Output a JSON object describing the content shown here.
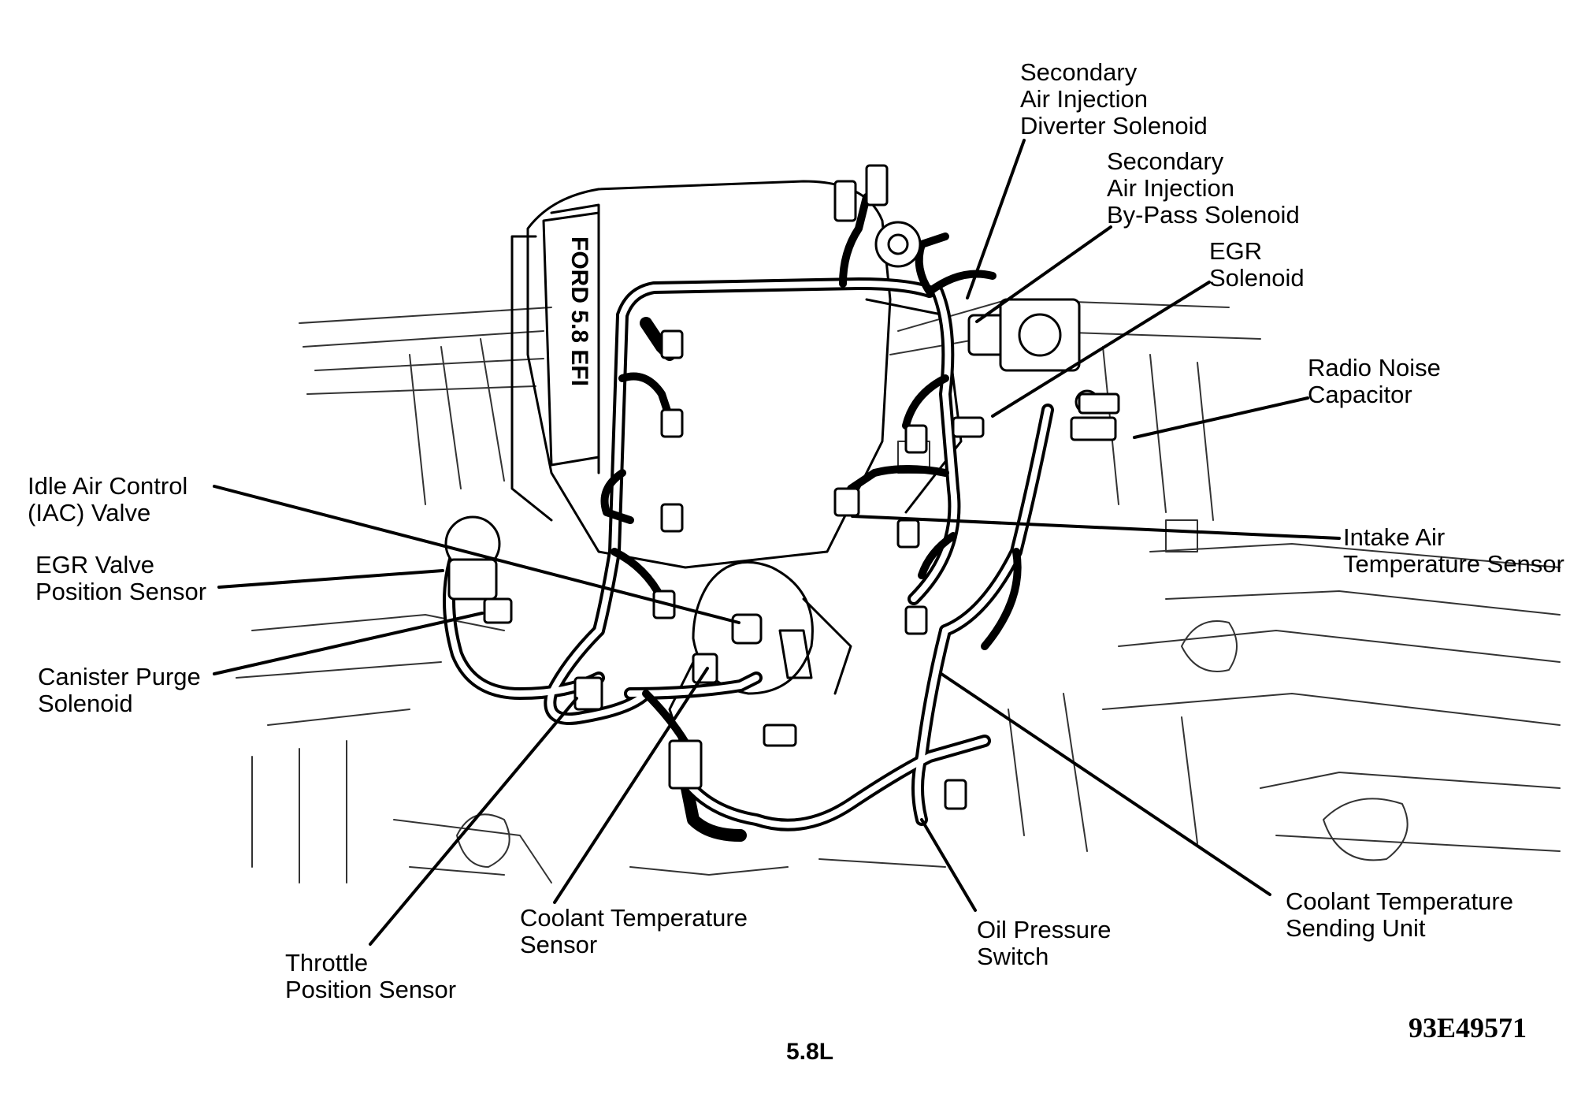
{
  "figure": {
    "caption": "5.8L",
    "reference": "93E49571",
    "engine_emblem": "FORD 5.8 EFI"
  },
  "callouts": {
    "secondary_air_diverter": [
      "Secondary",
      "Air Injection",
      "Diverter Solenoid"
    ],
    "secondary_air_bypass": [
      "Secondary",
      "Air Injection",
      "By-Pass Solenoid"
    ],
    "egr_solenoid": [
      "EGR",
      "Solenoid"
    ],
    "radio_noise_capacitor": [
      "Radio Noise",
      "Capacitor"
    ],
    "iac_valve": [
      "Idle Air Control",
      "(IAC) Valve"
    ],
    "egr_valve_position_sensor": [
      "EGR Valve",
      "Position Sensor"
    ],
    "canister_purge_solenoid": [
      "Canister Purge",
      "Solenoid"
    ],
    "intake_air_temperature_sensor": [
      "Intake Air",
      "Temperature Sensor"
    ],
    "throttle_position_sensor": [
      "Throttle",
      "Position Sensor"
    ],
    "coolant_temperature_sensor": [
      "Coolant Temperature",
      "Sensor"
    ],
    "oil_pressure_switch": [
      "Oil Pressure",
      "Switch"
    ],
    "coolant_temperature_sending_unit": [
      "Coolant Temperature",
      "Sending Unit"
    ]
  }
}
